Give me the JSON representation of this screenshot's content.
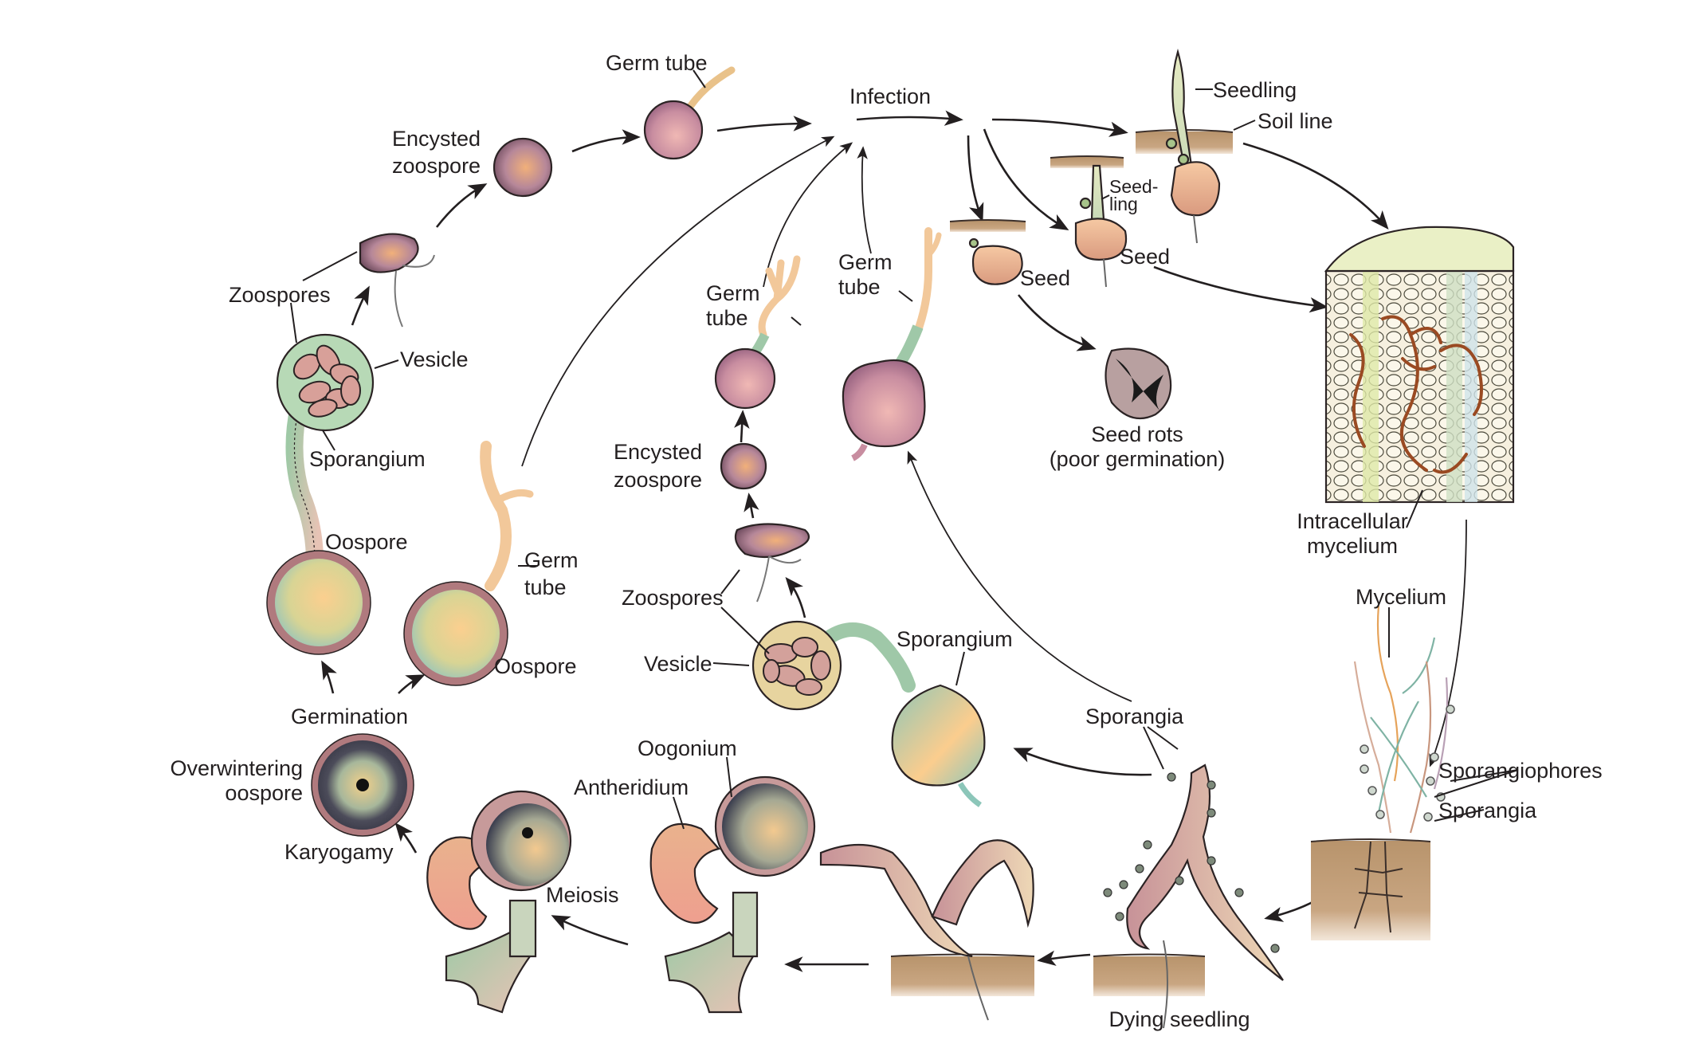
{
  "title": "Pythium damping-off disease cycle",
  "colors": {
    "ink": "#231f20",
    "soil": "#c7a37d",
    "spore_pink": "#d49aa6",
    "spore_orange": "#f3c48e",
    "hypha_green": "#9fc8a8",
    "oospore_wall": "#b07a7e",
    "mycelium_brown": "#9a4a22",
    "stem_tissue": "#e9ecc6"
  },
  "labels": {
    "germ_tube_top": "Germ tube",
    "encysted_zoospore_top": [
      "Encysted",
      "zoospore"
    ],
    "infection": "Infection",
    "seedling_top": "Seedling",
    "soil_line": "Soil line",
    "seedling_mid": [
      "Seed-",
      "ling"
    ],
    "seed_left": "Seed",
    "seed_right": "Seed",
    "seed_rots": [
      "Seed rots",
      "(poor germination)"
    ],
    "zoospores_left": "Zoospores",
    "vesicle_left": "Vesicle",
    "sporangium_left": "Sporangium",
    "oospore_left": "Oospore",
    "germ_tube_left": [
      "Germ",
      "tube"
    ],
    "oospore_left2": "Oospore",
    "germination": "Germination",
    "overwintering_oospore": [
      "Overwintering",
      "oospore"
    ],
    "karyogamy": "Karyogamy",
    "germ_tube_center": [
      "Germ",
      "tube"
    ],
    "germ_tube_center2": [
      "Germ",
      "tube"
    ],
    "encysted_zoospore_center": [
      "Encysted",
      "zoospore"
    ],
    "zoospores_center": "Zoospores",
    "vesicle_center": "Vesicle",
    "sporangium_center": "Sporangium",
    "oogonium": "Oogonium",
    "antheridium": "Antheridium",
    "meiosis": "Meiosis",
    "sporangia_center": "Sporangia",
    "intracellular_mycelium": [
      "Intracellular",
      "mycelium"
    ],
    "mycelium": "Mycelium",
    "sporangiophores": "Sporangiophores",
    "sporangia_right": "Sporangia",
    "dying_seedling": "Dying seedling"
  }
}
